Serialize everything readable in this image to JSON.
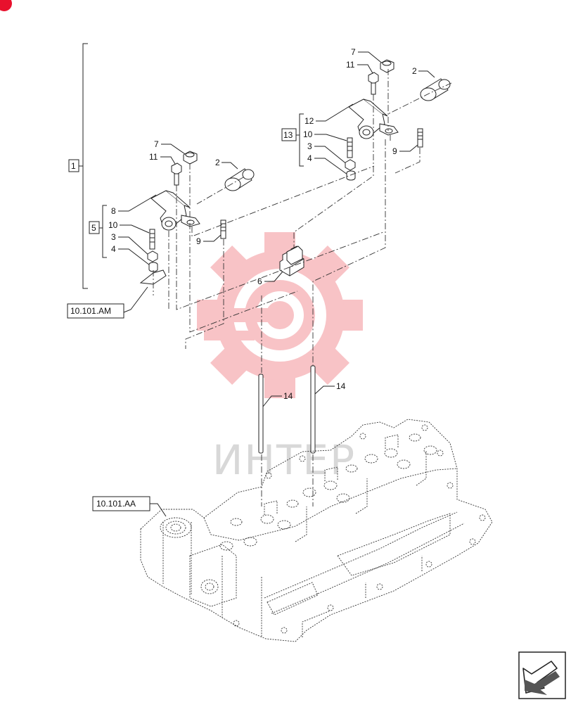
{
  "diagram": {
    "callouts": {
      "c7a": "7",
      "c11a": "11",
      "c2a": "2",
      "c8": "8",
      "c10a": "10",
      "c3a": "3",
      "c4a": "4",
      "c9a": "9",
      "c6": "6",
      "c7b": "7",
      "c11b": "11",
      "c2b": "2",
      "c12": "12",
      "c10b": "10",
      "c3b": "3",
      "c4b": "4",
      "c9b": "9",
      "c14a": "14",
      "c14b": "14"
    },
    "group_boxes": {
      "g1": "1",
      "g5": "5",
      "g13": "13"
    },
    "references": {
      "ref_am": "10.101.AM",
      "ref_aa": "10.101.AA"
    },
    "watermark": {
      "text": "ИНТЕР",
      "color": "#f7b9bd"
    },
    "colors": {
      "brand_red": "#e8112d",
      "line": "#222222"
    },
    "icons": {
      "corner_badge": "brand-mark-icon",
      "nav": "next-page-arrow-icon"
    }
  }
}
